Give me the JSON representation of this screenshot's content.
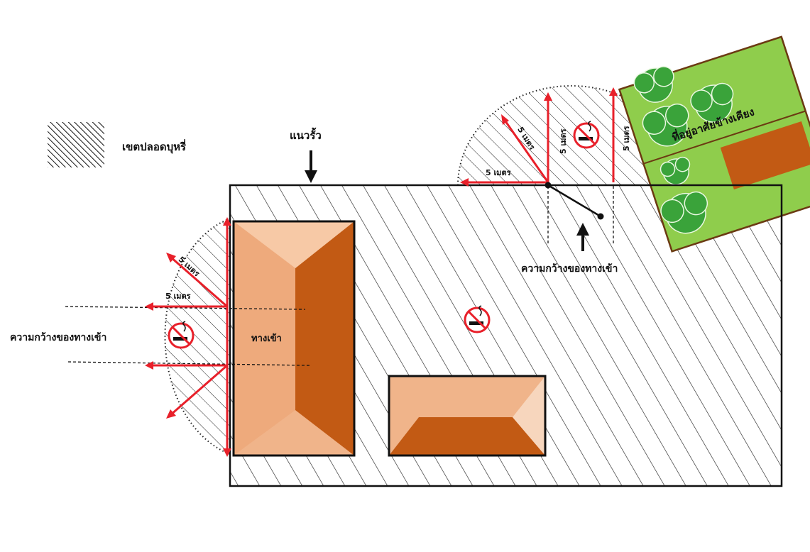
{
  "legend": {
    "label": "เขตปลอดบุหรี่"
  },
  "labels": {
    "fence": "แนวรั้ว",
    "entrance_building": "ทางเข้า",
    "entrance_width_left": "ความกว้างของทางเข้า",
    "entrance_width_right": "ความกว้างของทางเข้า",
    "neighbor": "ที่อยู่อาศัยข้างเคียง"
  },
  "distances": {
    "left_diag": "5 เมตร",
    "left_horiz": "5 เมตร",
    "right_horiz": "5 เมตร",
    "right_diag": "5 เมตร",
    "right_vert_1": "5 เมตร",
    "right_vert_2": "5 เมตร"
  },
  "icons": [
    "no-smoking-icon",
    "no-smoking-icon",
    "no-smoking-icon"
  ],
  "colors": {
    "arrow_red": "#e8202a",
    "roof_light": "#f0b48a",
    "roof_dark": "#c25a14",
    "grass": "#8fcd4c",
    "tree": "#3aa33a"
  }
}
